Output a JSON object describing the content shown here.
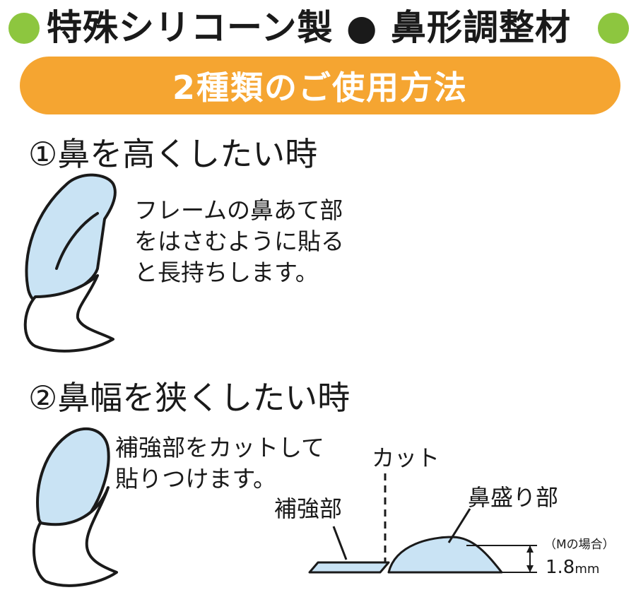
{
  "header": {
    "title": "特殊シリコーン製 ● 鼻形調整材"
  },
  "banner": {
    "text": "2種類のご使用方法"
  },
  "method1": {
    "heading": "①鼻を高くしたい時",
    "lines": [
      "フレームの鼻あて部",
      "をはさむように貼る",
      "と長持ちします。"
    ]
  },
  "method2": {
    "heading": "②鼻幅を狭くしたい時",
    "lines": [
      "補強部をカットして",
      "貼りつけます。"
    ]
  },
  "diagram": {
    "cut_label": "カット",
    "reinforce_label": "補強部",
    "nose_label": "鼻盛り部",
    "size_note": "（Mの場合）",
    "dimension": "1.8",
    "unit": "mm"
  },
  "colors": {
    "accent_green": "#8dc63f",
    "banner_orange": "#f5a531",
    "pad_blue": "#c9e3f4",
    "outline": "#1a1a1a"
  }
}
